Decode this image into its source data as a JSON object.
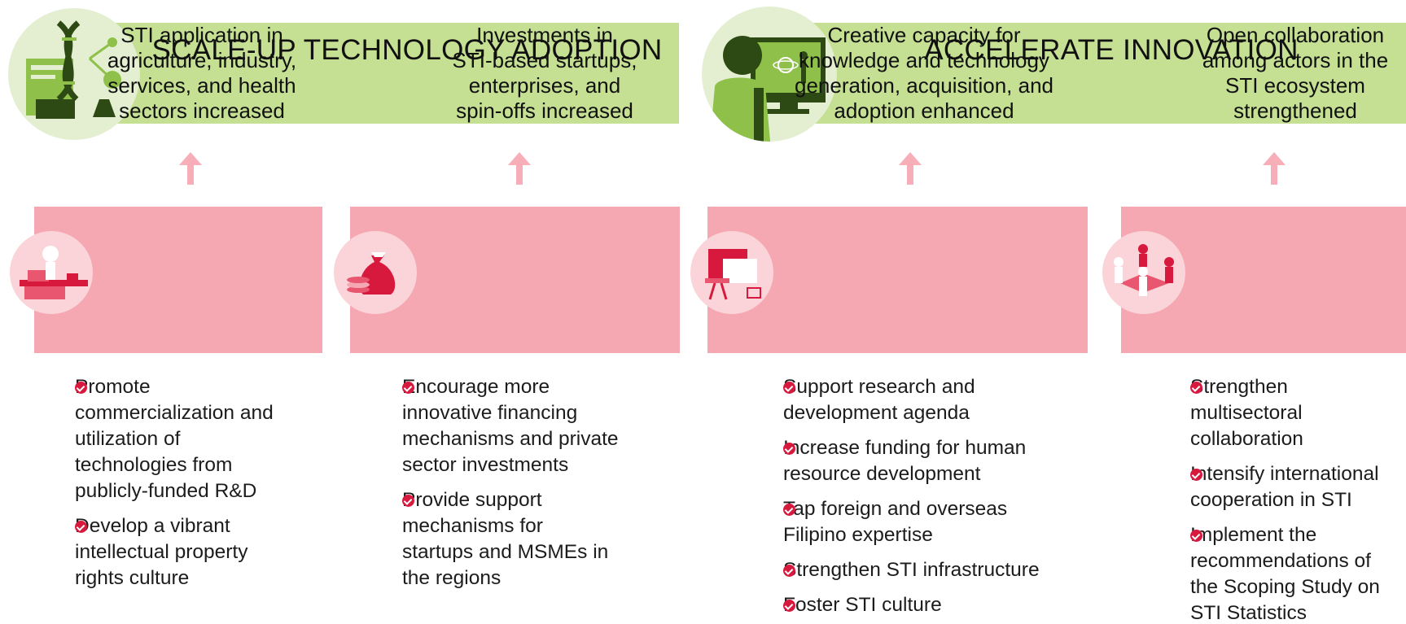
{
  "colors": {
    "banner_green": "#c5df93",
    "box_pink": "#f6a8b2",
    "arrow_pink": "#f8aeb8",
    "check_red": "#d7193e"
  },
  "sections": [
    {
      "title": "SCALE-UP TECHNOLOGY ADOPTION",
      "icon": "dna-lab-icon"
    },
    {
      "title": "ACCELERATE INNOVATION",
      "icon": "person-presentation-icon"
    }
  ],
  "outcomes": [
    {
      "icon": "desk-worker-icon",
      "lines": [
        "STI application in",
        "agriculture, industry,",
        "services, and health",
        "sectors increased"
      ],
      "bullets": [
        [
          "Promote",
          "commercialization and",
          "utilization of",
          "technologies from",
          "publicly-funded R&D"
        ],
        [
          "Develop a vibrant",
          "intellectual property",
          "rights culture"
        ]
      ]
    },
    {
      "icon": "money-bag-icon",
      "lines": [
        "Investments in",
        "STI-based startups,",
        "enterprises, and",
        "spin-offs increased"
      ],
      "bullets": [
        [
          "Encourage more",
          "innovative financing",
          "mechanisms and private",
          "sector investments"
        ],
        [
          "Provide support",
          "mechanisms for",
          "startups and MSMEs in",
          "the regions"
        ]
      ]
    },
    {
      "icon": "classroom-board-icon",
      "lines": [
        "Creative capacity for",
        "knowledge and technology",
        "generation, acquisition, and",
        "adoption enhanced"
      ],
      "bullets": [
        [
          "Support research and",
          "development agenda"
        ],
        [
          "Increase funding for human",
          "resource development"
        ],
        [
          "Tap foreign and overseas",
          "Filipino expertise"
        ],
        [
          "Strengthen STI infrastructure"
        ],
        [
          "Foster STI culture"
        ]
      ]
    },
    {
      "icon": "people-network-icon",
      "lines": [
        "Open collaboration",
        "among actors in the",
        "STI ecosystem",
        "strengthened"
      ],
      "bullets": [
        [
          "Strengthen",
          "multisectoral",
          "collaboration"
        ],
        [
          "Intensify international",
          "cooperation in STI"
        ],
        [
          "Implement the",
          "recommendations of",
          "the Scoping Study on",
          "STI Statistics"
        ]
      ]
    }
  ]
}
